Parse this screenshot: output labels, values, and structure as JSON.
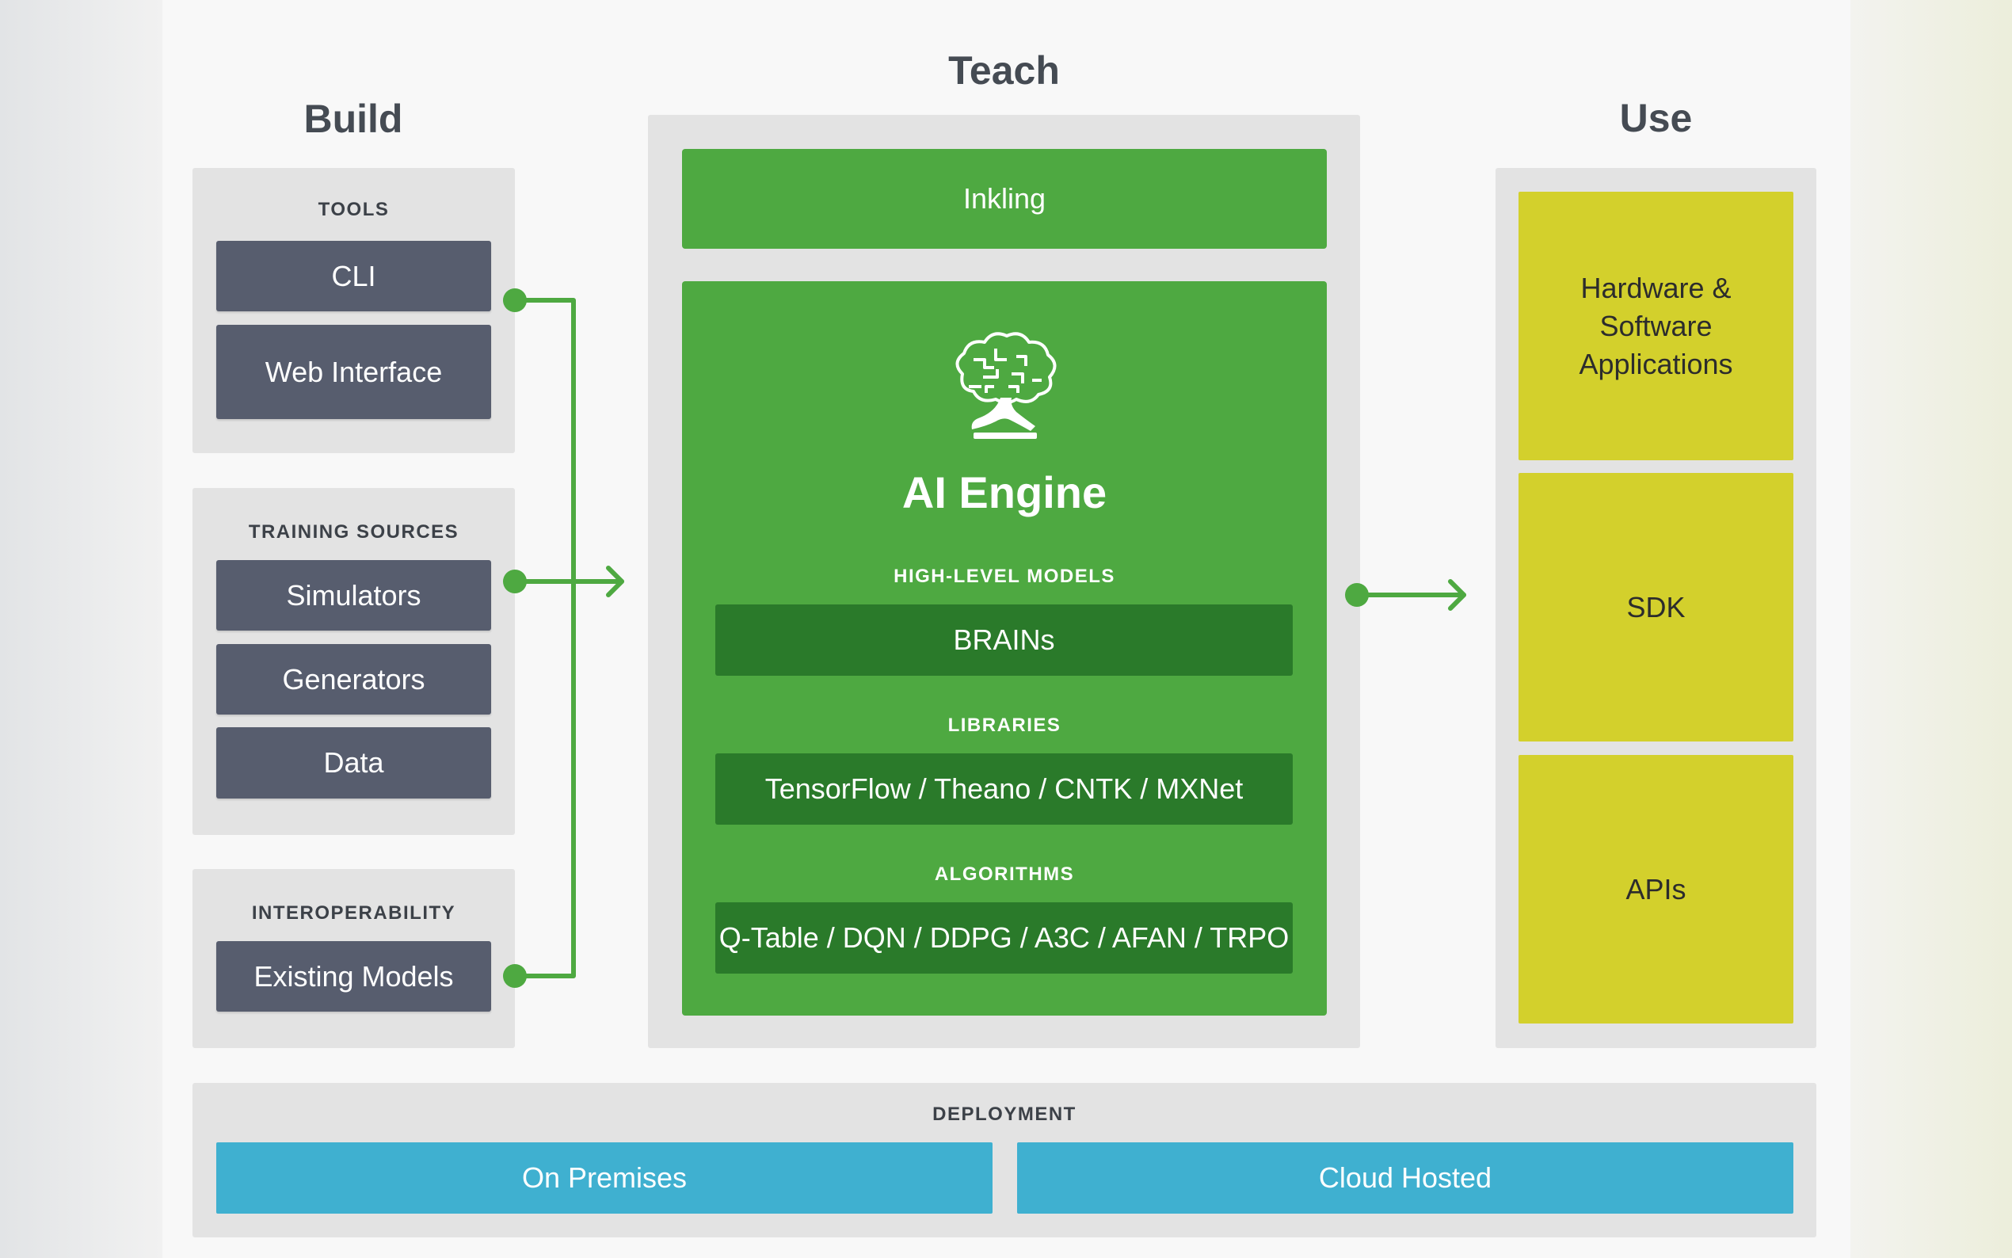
{
  "columns": {
    "build": "Build",
    "teach": "Teach",
    "use": "Use"
  },
  "build": {
    "tools": {
      "label": "TOOLS",
      "items": [
        "CLI",
        "Web Interface"
      ]
    },
    "training_sources": {
      "label": "TRAINING SOURCES",
      "items": [
        "Simulators",
        "Generators",
        "Data"
      ]
    },
    "interoperability": {
      "label": "INTEROPERABILITY",
      "items": [
        "Existing Models"
      ]
    }
  },
  "teach": {
    "inkling": "Inkling",
    "engine": {
      "title": "AI Engine",
      "high_level_models": {
        "label": "HIGH-LEVEL MODELS",
        "value": "BRAINs"
      },
      "libraries": {
        "label": "LIBRARIES",
        "value": "TensorFlow / Theano / CNTK / MXNet"
      },
      "algorithms": {
        "label": "ALGORITHMS",
        "value": "Q-Table / DQN / DDPG / A3C / AFAN / TRPO"
      }
    }
  },
  "use": {
    "items": [
      "Hardware & Software Applications",
      "SDK",
      "APIs"
    ]
  },
  "deployment": {
    "label": "DEPLOYMENT",
    "items": [
      "On Premises",
      "Cloud Hosted"
    ]
  },
  "icons": {
    "engine_logo": "bonsai-tree-icon"
  },
  "colors": {
    "green": "#4ea941",
    "dark_green": "#2a7a2a",
    "slate": "#575d6e",
    "yellow": "#d3d02c",
    "blue": "#3fb0d0",
    "panel": "#e3e3e3"
  }
}
